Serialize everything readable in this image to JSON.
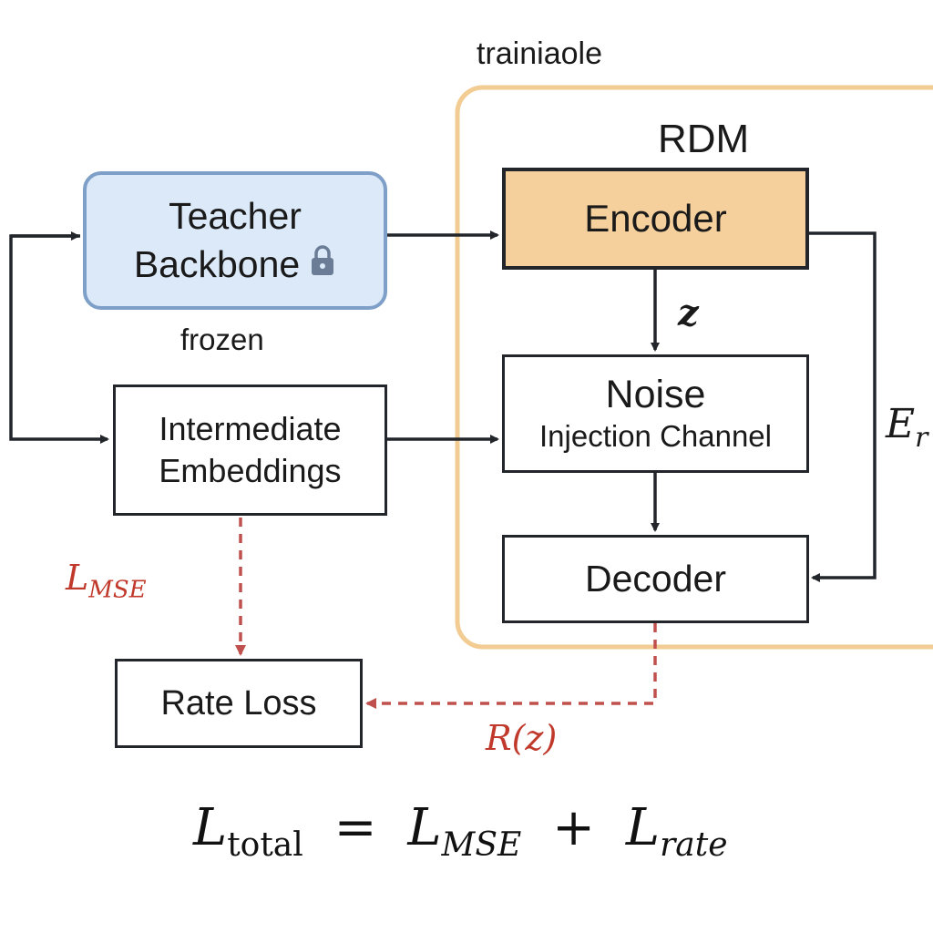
{
  "labels": {
    "trainable": "trainiaole",
    "rdm": "RDM",
    "frozen": "frozen",
    "z": "z",
    "er": "E_r",
    "l_mse": "L_MSE",
    "r_z": "R(z)"
  },
  "boxes": {
    "teacher": {
      "line1": "Teacher",
      "line2": "Backbone",
      "icon": "lock-icon"
    },
    "encoder": "Encoder",
    "noise": {
      "line1": "Noise",
      "line2": "Injection Channel"
    },
    "decoder": "Decoder",
    "intermediate": {
      "line1": "Intermediate",
      "line2": "Embeddings"
    },
    "rate_loss": "Rate Loss"
  },
  "formula": {
    "lhs": "L",
    "lhs_sub": "total",
    "equals": "=",
    "term1": "L",
    "term1_sub": "MSE",
    "plus": "+",
    "term2": "L",
    "term2_sub": "rate"
  },
  "colors": {
    "teacher_fill": "#dbe9f8",
    "teacher_border": "#7ea0c8",
    "encoder_fill": "#f5cf9c",
    "trainable_region": "#f2cc92",
    "arrow": "#22262b",
    "loss_arrow": "#c0504d"
  }
}
